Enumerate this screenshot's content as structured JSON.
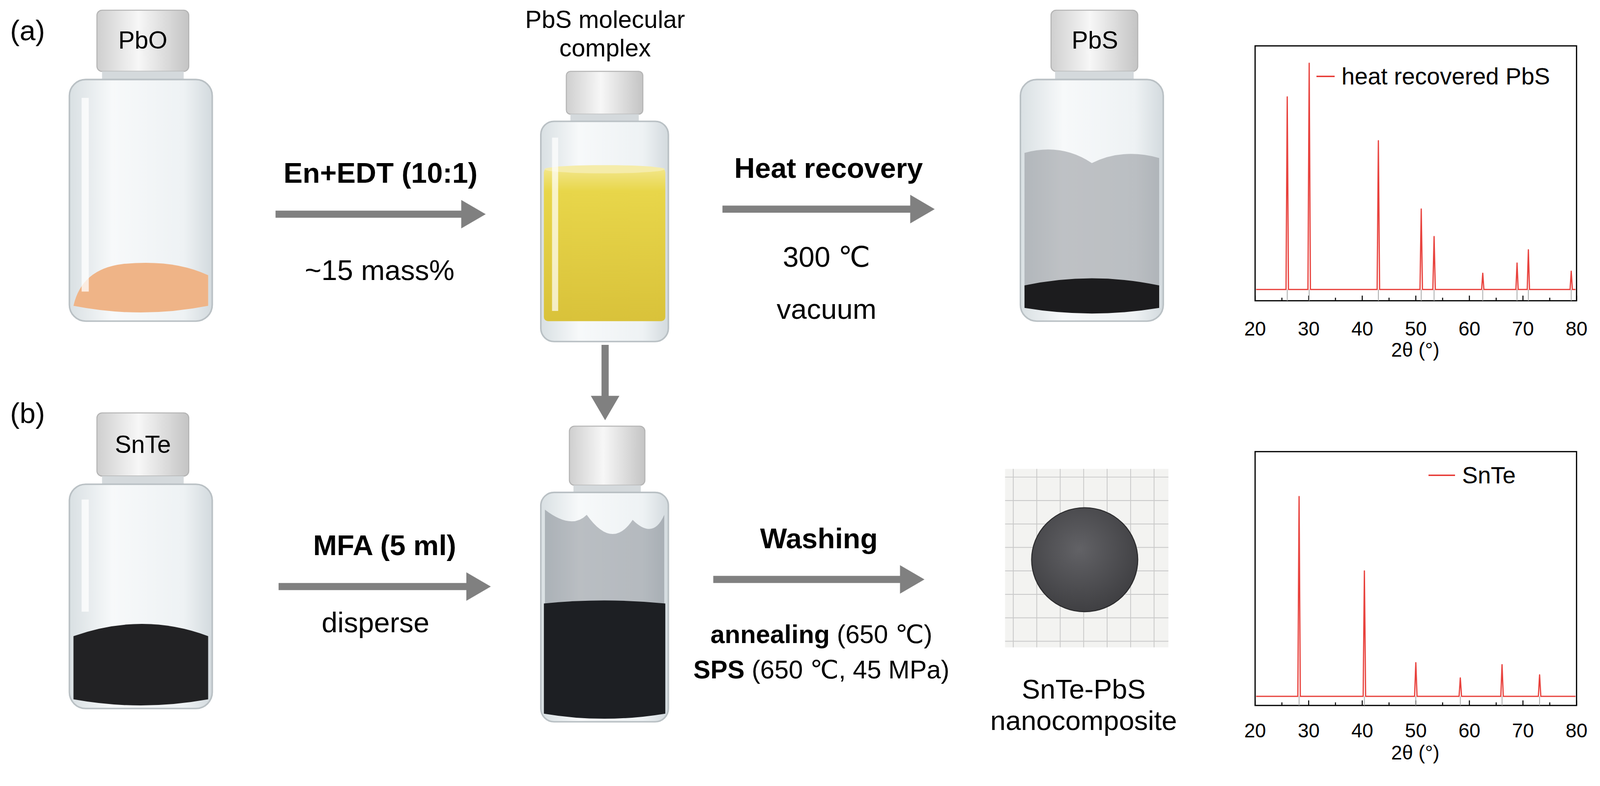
{
  "diagram": {
    "nodes": [
      {
        "text": [
          "PbO"
        ]
      },
      {
        "text": [
          "PbS molecular complex"
        ]
      },
      {
        "text": [
          "PbS"
        ]
      },
      {
        "text": [
          "SnTe"
        ]
      },
      {
        "text": []
      },
      {
        "text": [
          "SnTe-PbS nanocomposite"
        ]
      }
    ],
    "edges": [
      {
        "from": 0,
        "to": 1,
        "label": "En+EDT (10:1)",
        "arrow": "to"
      },
      {
        "from": 1,
        "to": 2,
        "label": "Heat recovery",
        "arrow": "to"
      },
      {
        "from": 1,
        "to": 4,
        "arrow": "to"
      },
      {
        "from": 3,
        "to": 4,
        "label": "MFA (5 ml)",
        "arrow": "to"
      },
      {
        "from": 4,
        "to": 5,
        "label": "Washing",
        "arrow": "to"
      }
    ],
    "labels": [
      "(a)",
      "~15 mass%",
      "300 ℃",
      "vacuum",
      "20",
      "30",
      "40",
      "50",
      "60",
      "70",
      "80",
      "2θ (°)",
      "(b)",
      "disperse",
      "annealing",
      "(650 ℃)",
      "SPS",
      "(650 ℃, 45 MPa)",
      "20",
      "30",
      "40",
      "50",
      "60",
      "70",
      "80",
      "2θ (°)"
    ],
    "legend": [
      {
        "text": "heat recovered PbS"
      },
      {
        "text": "SnTe"
      }
    ]
  }
}
